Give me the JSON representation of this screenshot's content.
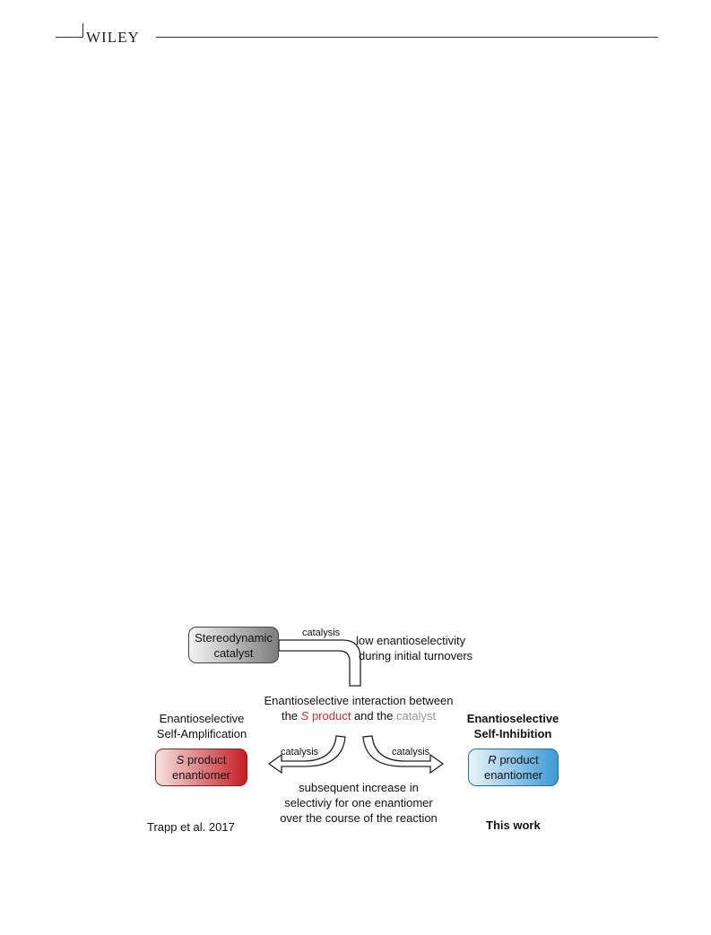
{
  "header": {
    "publisher": "WILEY"
  },
  "figure": {
    "catalyst_box": {
      "line1": "Stereodynamic",
      "line2": "catalyst"
    },
    "catalysis_top": "catalysis",
    "low_selectivity": {
      "line1": "low enantioselectivity",
      "line2": "during initial turnovers"
    },
    "interaction": {
      "line1": "Enantioselective interaction between",
      "the": "the",
      "s_letter": "S",
      "product_word": "product",
      "and_the": "and the",
      "catalyst_word": "catalyst"
    },
    "left_title": {
      "line1": "Enantioselective",
      "line2": "Self-Amplification"
    },
    "right_title": {
      "line1": "Enantioselective",
      "line2": "Self-Inhibition"
    },
    "catalysis_left": "catalysis",
    "catalysis_right": "catalysis",
    "s_box": {
      "letter": "S",
      "rest": "product",
      "line2": "enantiomer"
    },
    "r_box": {
      "letter": "R",
      "rest": "product",
      "line2": "enantiomer"
    },
    "increase": {
      "line1": "subsequent increase in",
      "line2": "selectiviy for one enantiomer",
      "line3": "over the course of the reaction"
    },
    "left_ref": "Trapp et al. 2017",
    "right_ref": "This work",
    "colors": {
      "s_product": "#d12b2b",
      "catalyst_text": "#9a9a9a",
      "s_box": "#c51d24",
      "r_box": "#3b9ad6"
    }
  }
}
